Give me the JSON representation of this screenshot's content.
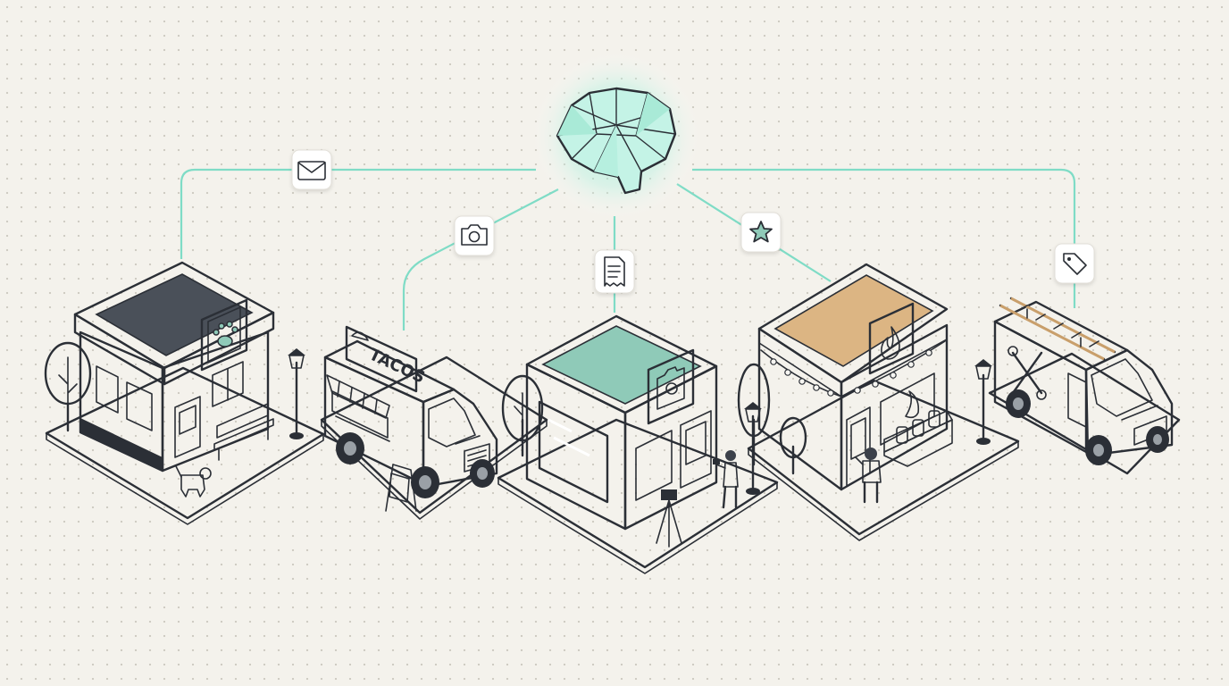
{
  "colors": {
    "background": "#f4f2ec",
    "connector": "#7fdcc6",
    "teal": "#8fcab8",
    "sand": "#dcb583",
    "dark": "#2b2f36"
  },
  "hub": {
    "icon": "brain-icon"
  },
  "businesses": [
    {
      "name": "pet-shop",
      "channel_icon": "envelope-icon"
    },
    {
      "name": "taco-truck",
      "channel_icon": "camera-icon",
      "sign": "TACOS"
    },
    {
      "name": "photo-studio",
      "channel_icon": "document-icon"
    },
    {
      "name": "candle-shop",
      "channel_icon": "star-icon"
    },
    {
      "name": "repair-van",
      "channel_icon": "tag-icon"
    }
  ]
}
